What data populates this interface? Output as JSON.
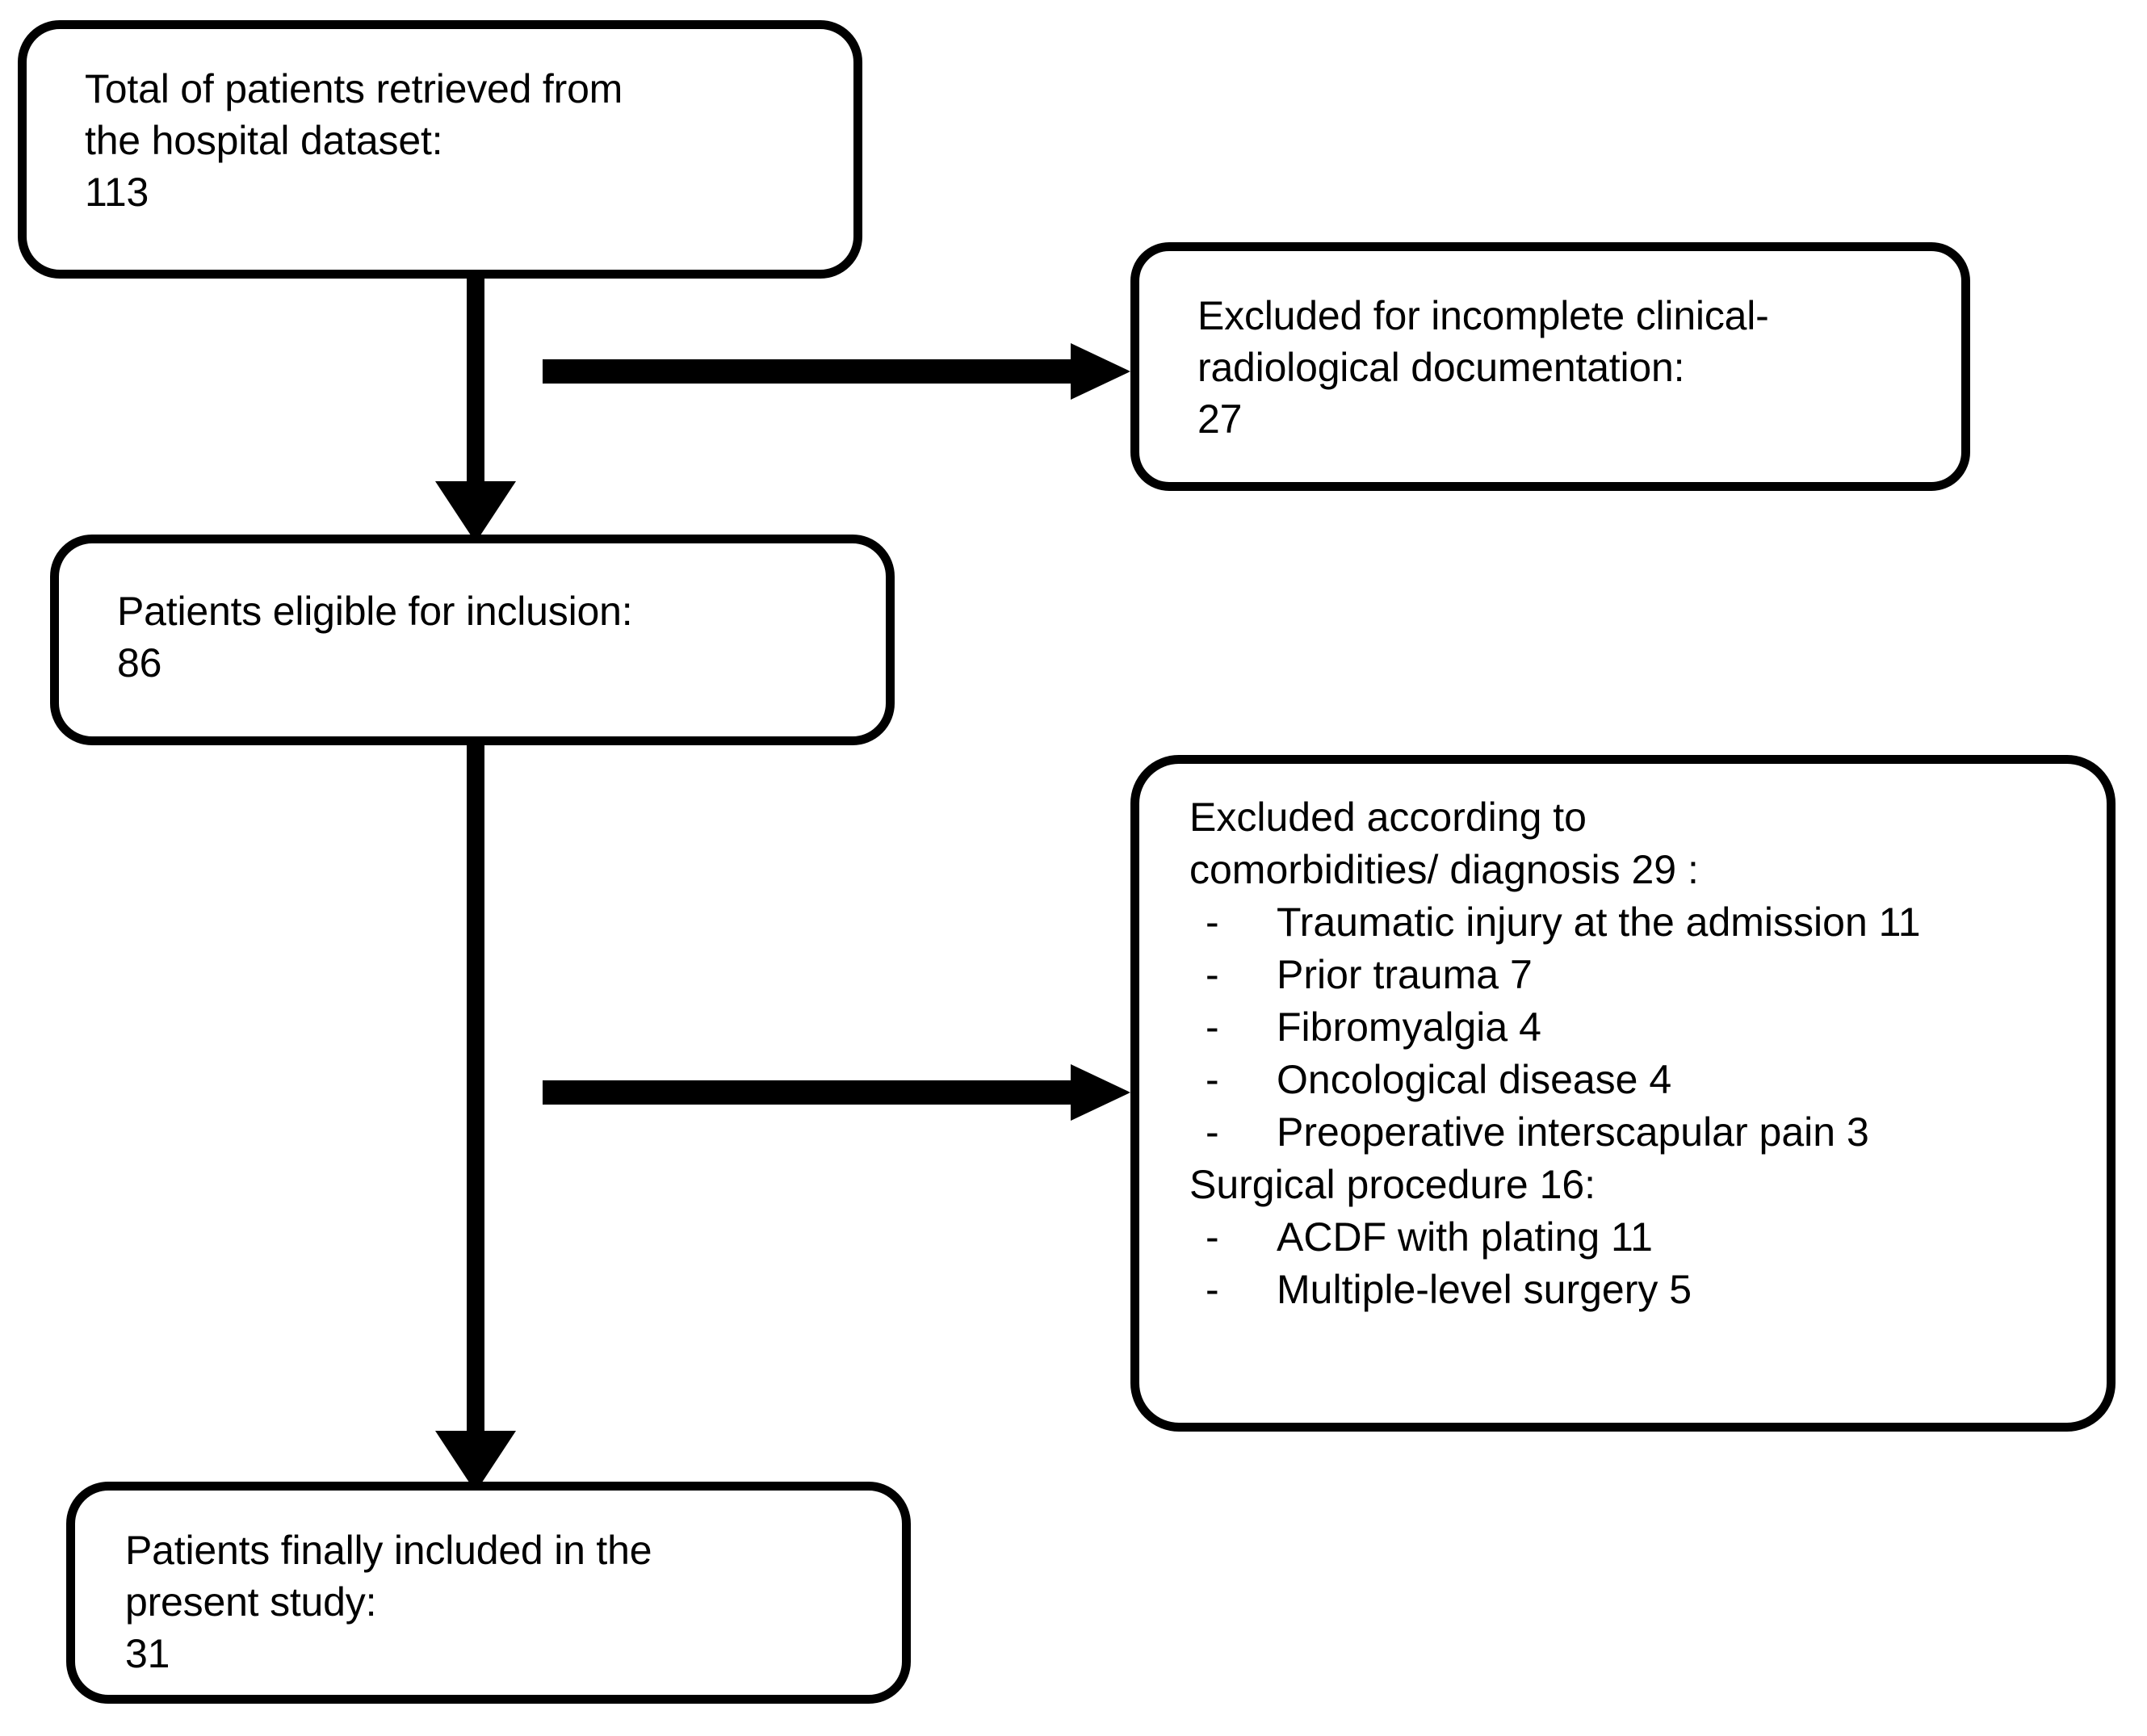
{
  "diagram": {
    "type": "patient-selection-flowchart",
    "stroke_color": "#000000",
    "background_color": "#ffffff",
    "nodes": {
      "total": {
        "label": "Total of patients retrieved from\nthe hospital dataset:\n113",
        "count": 113
      },
      "excluded_documentation": {
        "label": "Excluded for incomplete clinical-\nradiological documentation:\n27",
        "count": 27
      },
      "eligible": {
        "label": "Patients eligible for inclusion:\n86",
        "count": 86
      },
      "excluded_comorbidities": {
        "heading": "Excluded according to\ncomorbidities/ diagnosis 29 :",
        "count": 29,
        "items": [
          "Traumatic injury at the admission 11",
          "Prior trauma 7",
          "Fibromyalgia 4",
          "Oncological disease 4",
          "Preoperative interscapular pain 3"
        ],
        "subheading": "Surgical procedure 16:",
        "sub_count": 16,
        "sub_items": [
          "ACDF with plating 11",
          "Multiple-level surgery 5"
        ],
        "bullet_glyph": "-"
      },
      "final": {
        "label": "Patients finally included in the\npresent study:\n31",
        "count": 31
      }
    },
    "connectors": [
      {
        "name": "total-to-eligible",
        "kind": "arrow-down"
      },
      {
        "name": "total-to-excluded-documentation",
        "kind": "arrow-right"
      },
      {
        "name": "eligible-to-final",
        "kind": "arrow-down"
      },
      {
        "name": "eligible-to-excluded-comorbidities",
        "kind": "arrow-right"
      }
    ]
  }
}
